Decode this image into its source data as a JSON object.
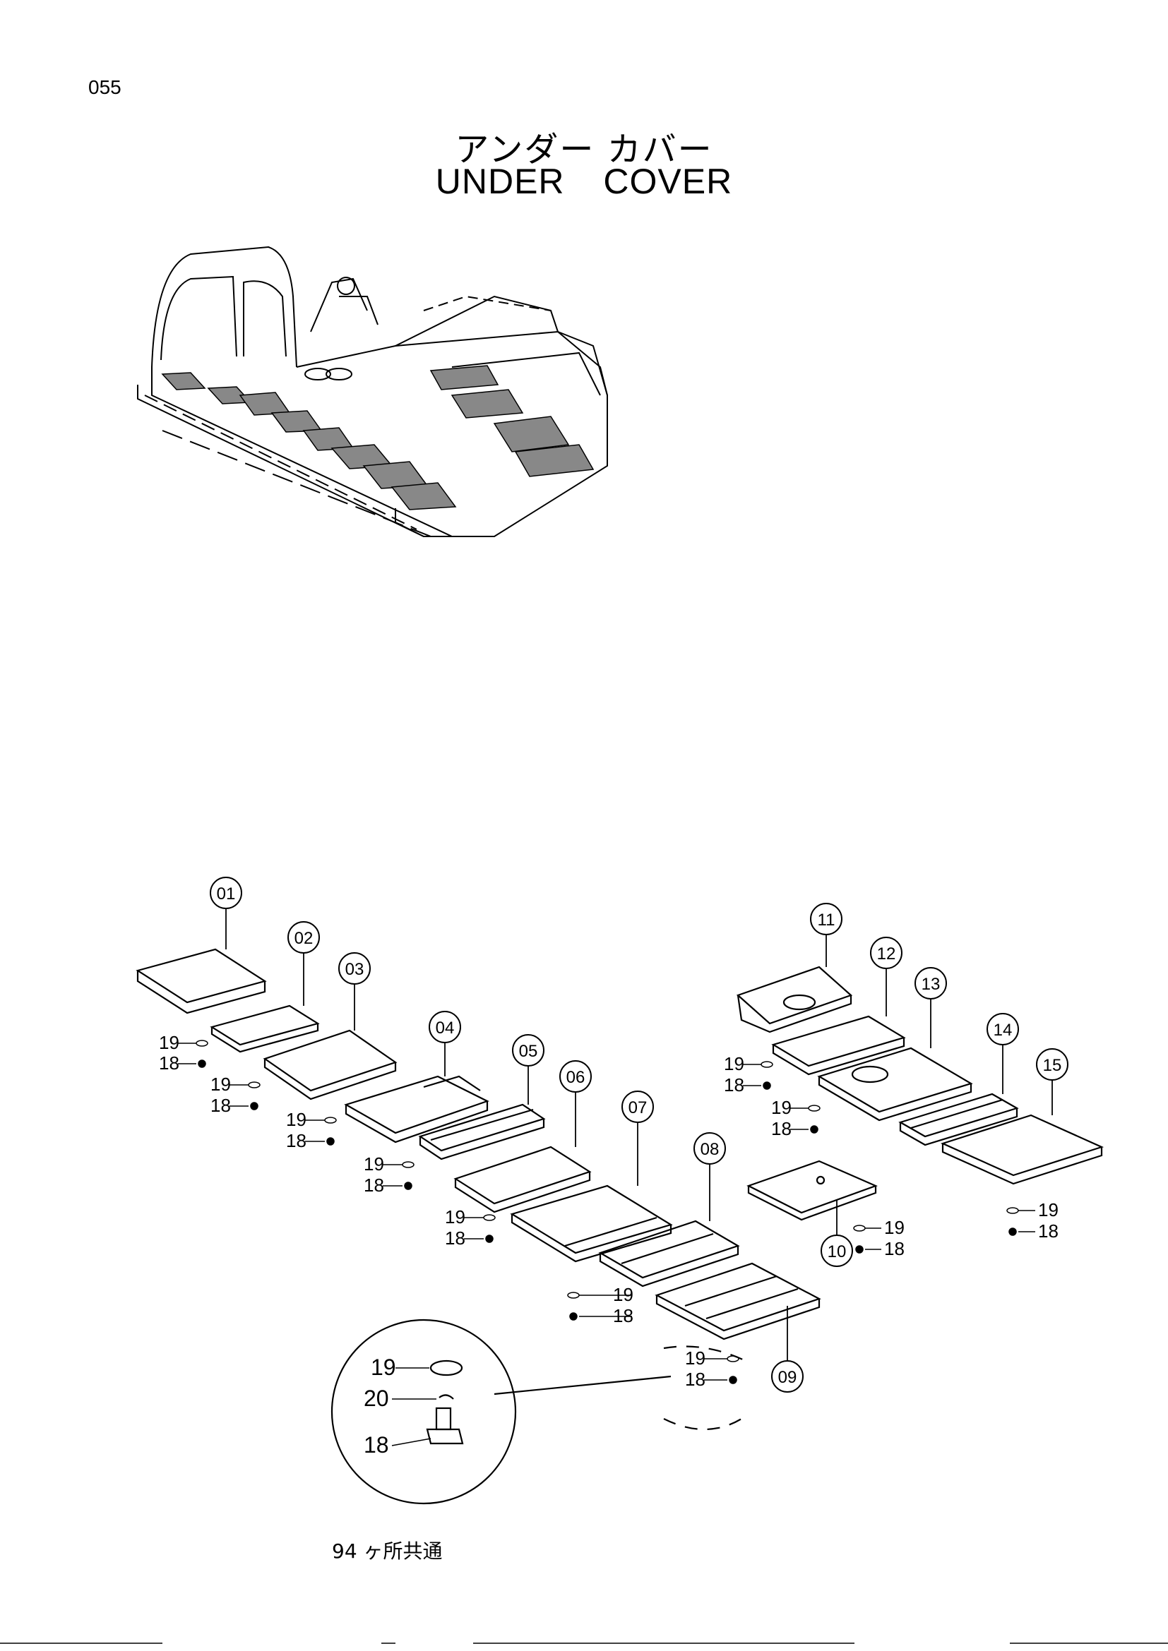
{
  "page_number": "055",
  "title_jp": "アンダー カバー",
  "title_en": "UNDER COVER",
  "callouts": {
    "c01": "01",
    "c02": "02",
    "c03": "03",
    "c04": "04",
    "c05": "05",
    "c06": "06",
    "c07": "07",
    "c08": "08",
    "c09": "09",
    "c10": "10",
    "c11": "11",
    "c12": "12",
    "c13": "13",
    "c14": "14",
    "c15": "15"
  },
  "hardware": {
    "washer": "19",
    "bolt": "18",
    "nut": "20"
  },
  "detail_note": "94 ヶ所共通",
  "colors": {
    "ink": "#000000",
    "paper": "#ffffff",
    "shade": "#888888"
  }
}
